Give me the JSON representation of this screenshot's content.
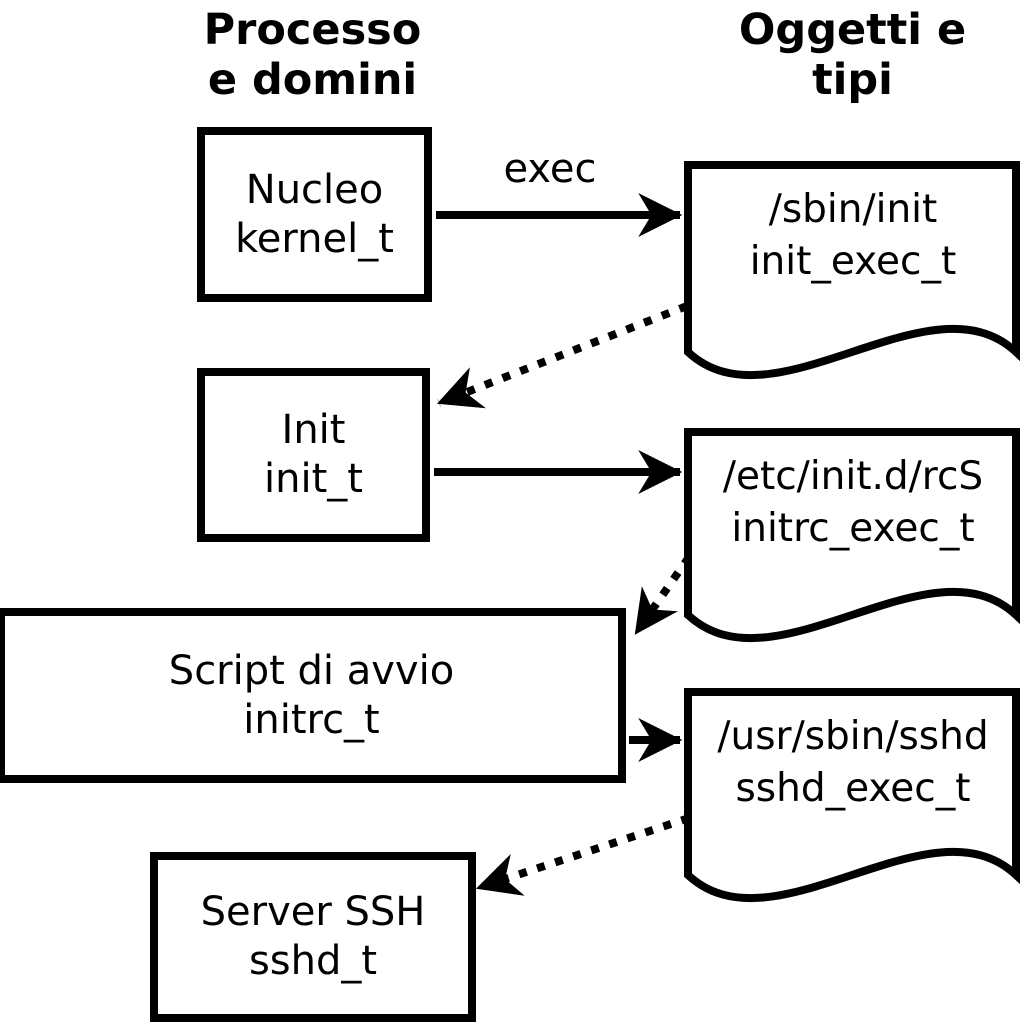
{
  "headers": {
    "processes": {
      "line1": "Processo",
      "line2": "e domini"
    },
    "objects": {
      "line1": "Oggetti e",
      "line2": "tipi"
    }
  },
  "process_nodes": [
    {
      "name": "Nucleo",
      "type": "kernel_t"
    },
    {
      "name": "Init",
      "type": "init_t"
    },
    {
      "name": "Script di avvio",
      "type": "initrc_t"
    },
    {
      "name": "Server SSH",
      "type": "sshd_t"
    }
  ],
  "object_nodes": [
    {
      "path": "/sbin/init",
      "type": "init_exec_t"
    },
    {
      "path": "/etc/init.d/rcS",
      "type": "initrc_exec_t"
    },
    {
      "path": "/usr/sbin/sshd",
      "type": "sshd_exec_t"
    }
  ],
  "edges": {
    "exec_label": "exec"
  },
  "colors": {
    "ink": "#000000",
    "background": "#ffffff"
  }
}
